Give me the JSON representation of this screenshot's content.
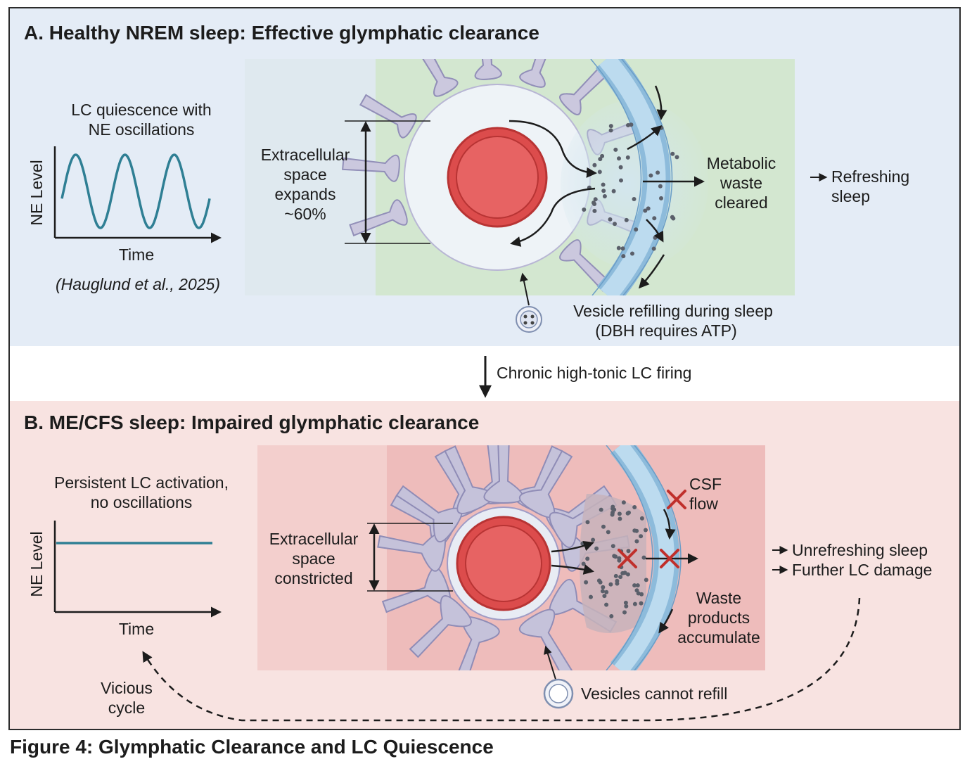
{
  "figure": {
    "caption": "Figure 4: Glymphatic Clearance and LC Quiescence",
    "transition_label": "Chronic high-tonic LC firing"
  },
  "panel_a": {
    "title": "A. Healthy NREM sleep: Effective glymphatic clearance",
    "graph": {
      "title_line1": "LC quiescence with",
      "title_line2": "NE oscillations",
      "ylabel": "NE Level",
      "xlabel": "Time",
      "citation": "(Hauglund et al., 2025)"
    },
    "ecs_label": [
      "Extracellular",
      "space",
      "expands",
      "~60%"
    ],
    "waste_label": [
      "Metabolic",
      "waste",
      "cleared"
    ],
    "outcome": [
      "Refreshing",
      "sleep"
    ],
    "vesicle_label": [
      "Vesicle refilling during sleep",
      "(DBH requires ATP)"
    ]
  },
  "panel_b": {
    "title": "B. ME/CFS sleep: Impaired glymphatic clearance",
    "graph": {
      "title_line1": "Persistent LC activation,",
      "title_line2": "no oscillations",
      "ylabel": "NE Level",
      "xlabel": "Time"
    },
    "ecs_label": [
      "Extracellular",
      "space",
      "constricted"
    ],
    "csf_label": [
      "CSF",
      "flow"
    ],
    "waste_label": [
      "Waste",
      "products",
      "accumulate"
    ],
    "outcomes": [
      "Unrefreshing sleep",
      "Further LC damage"
    ],
    "vesicle_label": "Vesicles cannot refill",
    "cycle_label": [
      "Vicious",
      "cycle"
    ]
  },
  "colors": {
    "panel_a_bg": "#e3ecf6",
    "panel_a_tissue": "#d5e8d2",
    "panel_b_bg": "#f8e2e0",
    "panel_b_tissue": "#f0c4c2",
    "vessel_red": "#dc4c4c",
    "astrocyte": "#c9c6dc",
    "astrocyte_outline": "#8f8cb6",
    "wave_teal": "#2f7f94",
    "csf_blue": "#a8cde6",
    "block_x": "#c0302c"
  }
}
